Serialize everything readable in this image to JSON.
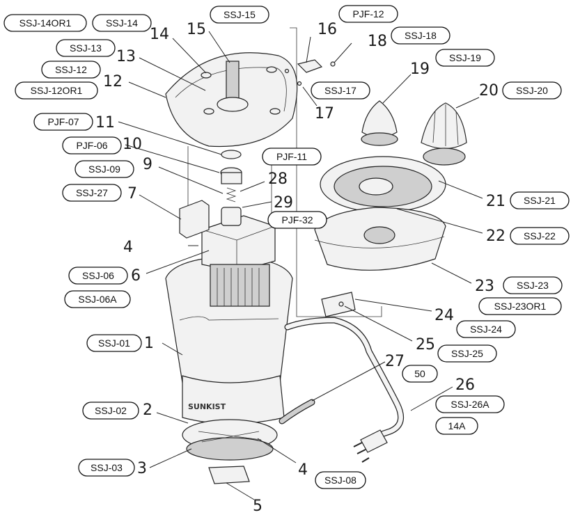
{
  "parts": [
    {
      "num": "1",
      "codes": [
        "SSJ-01"
      ]
    },
    {
      "num": "2",
      "codes": [
        "SSJ-02"
      ]
    },
    {
      "num": "3",
      "codes": [
        "SSJ-03"
      ]
    },
    {
      "num": "4",
      "codes": [
        "SSJ-08"
      ]
    },
    {
      "num": "5",
      "codes": []
    },
    {
      "num": "6",
      "codes": [
        "SSJ-06",
        "SSJ-06A"
      ]
    },
    {
      "num": "7",
      "codes": [
        "SSJ-27"
      ]
    },
    {
      "num": "9",
      "codes": [
        "SSJ-09"
      ]
    },
    {
      "num": "10",
      "codes": [
        "PJF-06"
      ]
    },
    {
      "num": "11",
      "codes": [
        "PJF-07",
        "PJF-11"
      ]
    },
    {
      "num": "12",
      "codes": [
        "SSJ-12",
        "SSJ-12OR1"
      ]
    },
    {
      "num": "13",
      "codes": [
        "SSJ-13"
      ]
    },
    {
      "num": "14",
      "codes": [
        "SSJ-14OR1",
        "SSJ-14"
      ]
    },
    {
      "num": "15",
      "codes": [
        "SSJ-15"
      ]
    },
    {
      "num": "16",
      "codes": [
        "PJF-12"
      ]
    },
    {
      "num": "17",
      "codes": [
        "SSJ-17"
      ]
    },
    {
      "num": "18",
      "codes": [
        "SSJ-18"
      ]
    },
    {
      "num": "19",
      "codes": [
        "SSJ-19"
      ]
    },
    {
      "num": "20",
      "codes": [
        "SSJ-20"
      ]
    },
    {
      "num": "21",
      "codes": [
        "SSJ-21"
      ]
    },
    {
      "num": "22",
      "codes": [
        "SSJ-22"
      ]
    },
    {
      "num": "23",
      "codes": [
        "SSJ-23",
        "SSJ-23OR1"
      ]
    },
    {
      "num": "24",
      "codes": [
        "SSJ-24"
      ]
    },
    {
      "num": "25",
      "codes": [
        "SSJ-25"
      ]
    },
    {
      "num": "26",
      "codes": [
        "SSJ-26A",
        "14A"
      ]
    },
    {
      "num": "27",
      "codes": [
        "50"
      ]
    },
    {
      "num": "28",
      "codes": []
    },
    {
      "num": "29",
      "codes": [
        "PJF-32"
      ]
    }
  ],
  "labels": {
    "n1": "1",
    "n2": "2",
    "n3": "3",
    "n4a": "4",
    "n4b": "4",
    "n5": "5",
    "n6": "6",
    "n7": "7",
    "n9": "9",
    "n10": "10",
    "n11": "11",
    "n12": "12",
    "n13": "13",
    "n14": "14",
    "n15": "15",
    "n16": "16",
    "n17": "17",
    "n18": "18",
    "n19": "19",
    "n20": "20",
    "n21": "21",
    "n22": "22",
    "n23": "23",
    "n24": "24",
    "n25": "25",
    "n26": "26",
    "n27": "27",
    "n28": "28",
    "n29": "29",
    "c_ssj14or1": "SSJ-14OR1",
    "c_ssj14": "SSJ-14",
    "c_ssj15": "SSJ-15",
    "c_pjf12": "PJF-12",
    "c_ssj18": "SSJ-18",
    "c_ssj19": "SSJ-19",
    "c_ssj20": "SSJ-20",
    "c_ssj13": "SSJ-13",
    "c_ssj12": "SSJ-12",
    "c_ssj12or1": "SSJ-12OR1",
    "c_ssj17": "SSJ-17",
    "c_pjf07": "PJF-07",
    "c_pjf06": "PJF-06",
    "c_pjf11": "PJF-11",
    "c_ssj09": "SSJ-09",
    "c_ssj27": "SSJ-27",
    "c_ssj21": "SSJ-21",
    "c_pjf32": "PJF-32",
    "c_ssj22": "SSJ-22",
    "c_ssj06": "SSJ-06",
    "c_ssj06a": "SSJ-06A",
    "c_ssj23": "SSJ-23",
    "c_ssj23or1": "SSJ-23OR1",
    "c_ssj24": "SSJ-24",
    "c_ssj01": "SSJ-01",
    "c_ssj25": "SSJ-25",
    "c_50": "50",
    "c_ssj26a": "SSJ-26A",
    "c_14a": "14A",
    "c_ssj02": "SSJ-02",
    "c_ssj03": "SSJ-03",
    "c_ssj08": "SSJ-08"
  },
  "brand_text": "SUNKIST",
  "colors": {
    "line": "#222222",
    "fill": "#f2f2f2",
    "shade": "#cfcfcf"
  }
}
